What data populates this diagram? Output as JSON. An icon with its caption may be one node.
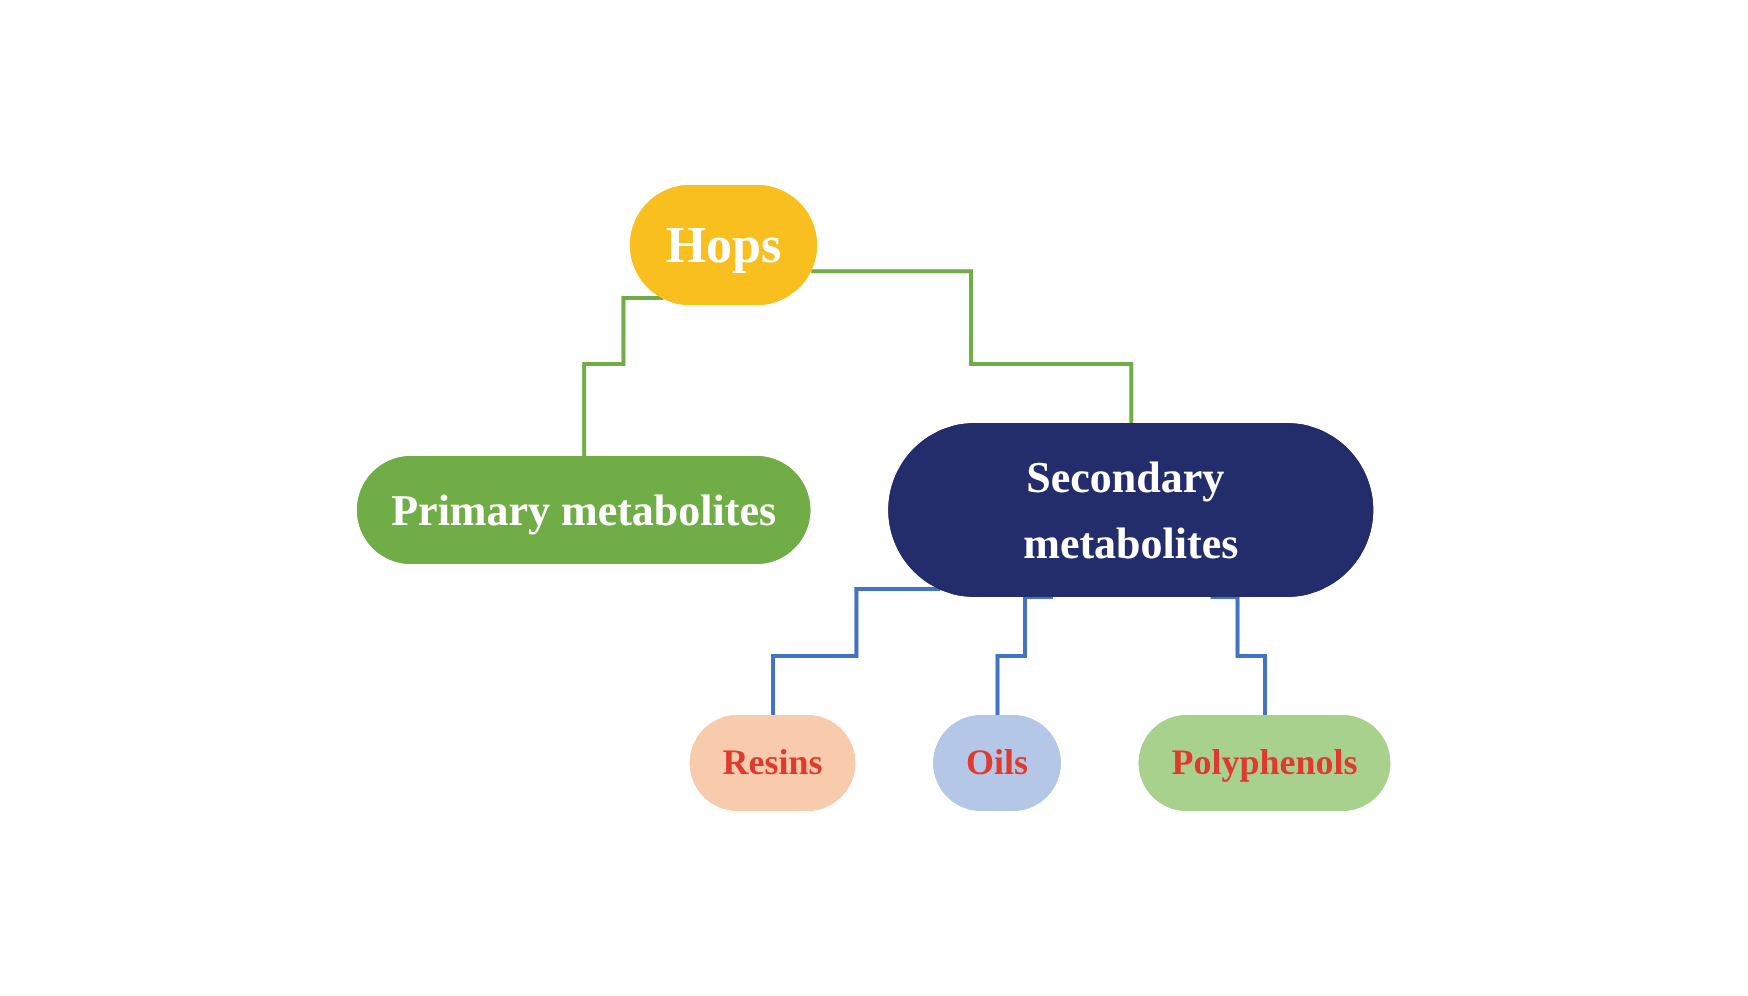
{
  "diagram": {
    "nodes": [
      {
        "text": [
          "Hops"
        ]
      },
      {
        "text": [
          "Primary metabolites"
        ]
      },
      {
        "text": [
          "Secondary metabolites"
        ]
      },
      {
        "text": [
          "Resins"
        ]
      },
      {
        "text": [
          "Oils"
        ]
      },
      {
        "text": [
          "Polyphenols"
        ]
      }
    ],
    "edges": [
      {
        "from": 0,
        "to": 1,
        "arrow": "none",
        "color": "#70ad47"
      },
      {
        "from": 0,
        "to": 2,
        "arrow": "none",
        "color": "#70ad47"
      },
      {
        "from": 2,
        "to": 3,
        "arrow": "none"
      },
      {
        "from": 2,
        "to": 4,
        "arrow": "none"
      },
      {
        "from": 2,
        "to": 5,
        "arrow": "none"
      }
    ]
  }
}
